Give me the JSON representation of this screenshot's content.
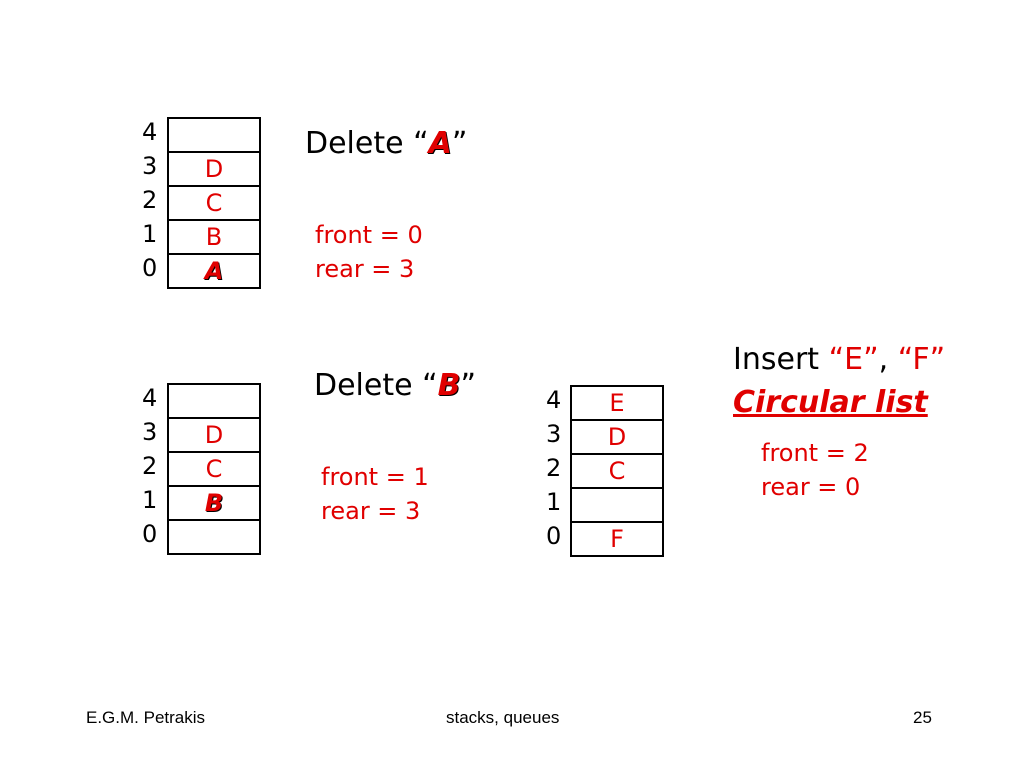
{
  "panel_a": {
    "indices": [
      "4",
      "3",
      "2",
      "1",
      "0"
    ],
    "cells": [
      "",
      "D",
      "C",
      "B",
      "A"
    ],
    "heading_prefix": "Delete “",
    "heading_value": "A",
    "heading_suffix": "”",
    "front": "front = 0",
    "rear": "rear = 3"
  },
  "panel_b": {
    "indices": [
      "4",
      "3",
      "2",
      "1",
      "0"
    ],
    "cells": [
      "",
      "D",
      "C",
      "B",
      ""
    ],
    "heading_prefix": "Delete “",
    "heading_value": "B",
    "heading_suffix": "”",
    "front": "front = 1",
    "rear": "rear = 3"
  },
  "panel_c": {
    "indices": [
      "4",
      "3",
      "2",
      "1",
      "0"
    ],
    "cells": [
      "E",
      "D",
      "C",
      "",
      "F"
    ],
    "heading_prefix": "Insert ",
    "heading_e": "“E”",
    "heading_comma": ", ",
    "heading_f": "“F”",
    "circular": "Circular list",
    "front": "front = 2",
    "rear": "rear = 0"
  },
  "footer": {
    "author": "E.G.M. Petrakis",
    "topic": "stacks, queues",
    "page": "25"
  },
  "colors": {
    "accent": "#e00000",
    "text": "#000000"
  }
}
